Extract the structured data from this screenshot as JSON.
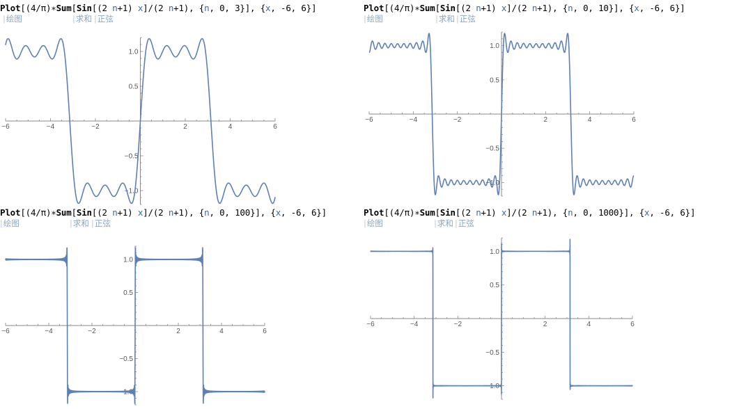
{
  "colors": {
    "curve": "#5e81b5",
    "axis": "#888888",
    "hint": "#8aa6c2",
    "code": "#000000",
    "variable": "#3a6aa6"
  },
  "cells": [
    {
      "code": {
        "fn": "Plot",
        "sum": "Sum",
        "sin": "Sin",
        "n_max": "3"
      },
      "hints": [
        "绘图",
        "求和",
        "正弦"
      ],
      "chart_data": {
        "type": "line",
        "n_terms_max": 3,
        "xlim": [
          -6,
          6
        ],
        "ylim": [
          -1.2,
          1.2
        ],
        "xticks": [
          "-6",
          "-4",
          "-2",
          "2",
          "4",
          "6"
        ],
        "yticks": [
          "1.0",
          "0.5",
          "-0.5",
          "-1.0"
        ]
      }
    },
    {
      "code": {
        "fn": "Plot",
        "sum": "Sum",
        "sin": "Sin",
        "n_max": "10"
      },
      "hints": [
        "绘图",
        "求和",
        "正弦"
      ],
      "chart_data": {
        "type": "line",
        "n_terms_max": 10,
        "xlim": [
          -6,
          6
        ],
        "ylim": [
          -1.2,
          1.2
        ],
        "xticks": [
          "-6",
          "-4",
          "-2",
          "2",
          "4",
          "6"
        ],
        "yticks": [
          "1.0",
          "0.5",
          "-0.5",
          "-1.0"
        ]
      }
    },
    {
      "code": {
        "fn": "Plot",
        "sum": "Sum",
        "sin": "Sin",
        "n_max": "100"
      },
      "hints": [
        "绘图",
        "求和",
        "正弦"
      ],
      "chart_data": {
        "type": "line",
        "n_terms_max": 100,
        "xlim": [
          -6,
          6
        ],
        "ylim": [
          -1.2,
          1.2
        ],
        "xticks": [
          "-6",
          "-4",
          "-2",
          "2",
          "4",
          "6"
        ],
        "yticks": [
          "1.0",
          "0.5",
          "-0.5",
          "-1.0"
        ]
      }
    },
    {
      "code": {
        "fn": "Plot",
        "sum": "Sum",
        "sin": "Sin",
        "n_max": "1000"
      },
      "hints": [
        "绘图",
        "求和",
        "正弦"
      ],
      "chart_data": {
        "type": "line",
        "n_terms_max": 1000,
        "xlim": [
          -6,
          6
        ],
        "ylim": [
          -1.2,
          1.2
        ],
        "xticks": [
          "-6",
          "-4",
          "-2",
          "2",
          "4",
          "6"
        ],
        "yticks": [
          "1.0",
          "0.5",
          "-0.5",
          "-1.0"
        ]
      }
    }
  ]
}
